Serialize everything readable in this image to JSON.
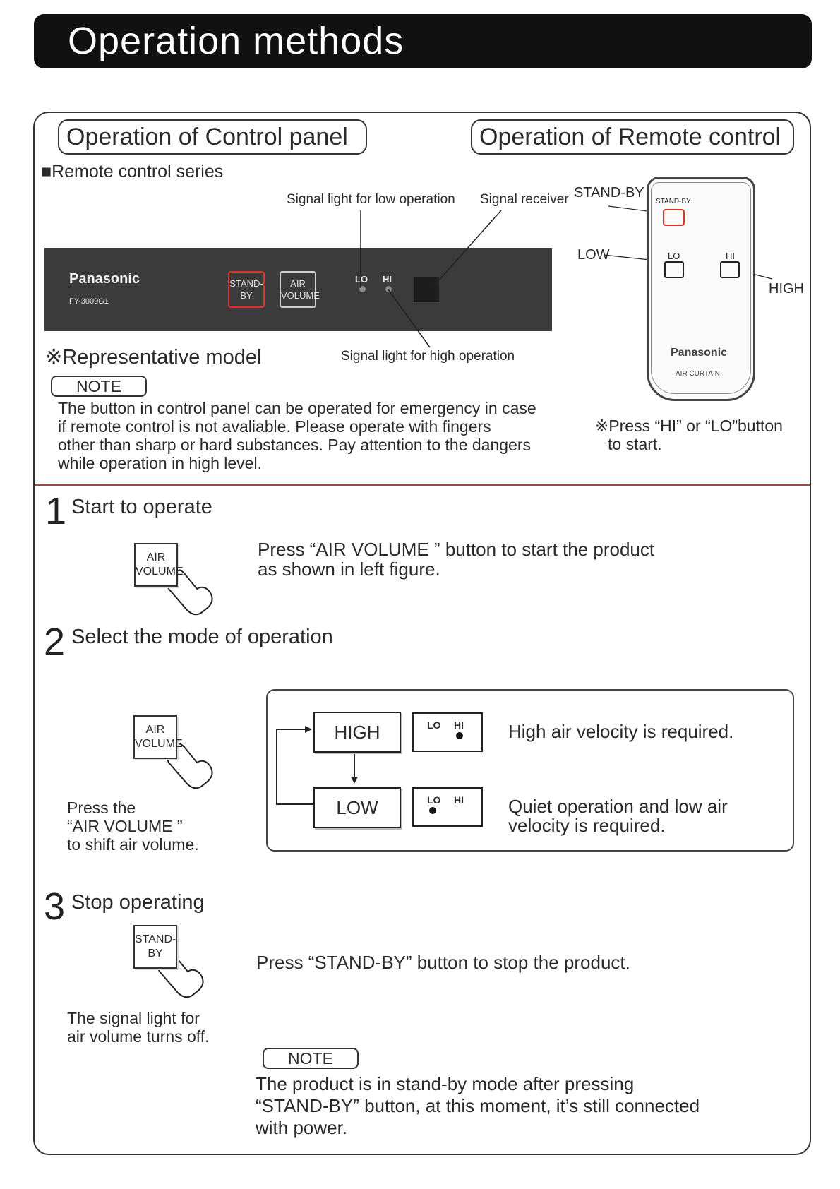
{
  "header": {
    "title": "Operation methods"
  },
  "tabs": {
    "control_panel": "Operation of Control panel",
    "remote_control": "Operation of Remote control"
  },
  "series_label": "■Remote control series",
  "callouts": {
    "low_light": "Signal light for low operation",
    "receiver": "Signal receiver",
    "high_light": "Signal light for high operation"
  },
  "panel": {
    "brand": "Panasonic",
    "model": "FY-3009G1",
    "standby_top": "STAND-",
    "standby_bottom": "BY",
    "air_top": "AIR",
    "air_bottom": "VOLUME",
    "lo": "LO",
    "hi": "HI"
  },
  "representative": "※Representative model",
  "note_label": "NOTE",
  "note1_lines": [
    "The button in control panel can be operated for emergency in case",
    "if remote control is not avaliable. Please operate with fingers",
    "other than sharp or hard substances. Pay attention to the dangers",
    "while operation in high level."
  ],
  "remote": {
    "standby_label": "STAND-BY",
    "low_label": "LOW",
    "high_label": "HIGH",
    "btn_standby": "STAND-BY",
    "btn_lo": "LO",
    "btn_hi": "HI",
    "brand": "Panasonic",
    "subbrand": "AIR CURTAIN",
    "press_line1": "※Press “HI” or “LO”button",
    "press_line2": "to start."
  },
  "step1": {
    "number": "1",
    "title": "Start to operate",
    "btn_top": "AIR",
    "btn_bottom": "VOLUME",
    "desc_line1": "Press “AIR VOLUME ” button to start the product",
    "desc_line2": "as shown in left figure."
  },
  "step2": {
    "number": "2",
    "title": "Select the mode of operation",
    "btn_top": "AIR",
    "btn_bottom": "VOLUME",
    "press_lines": [
      "Press the",
      "“AIR VOLUME ”",
      "to shift air volume."
    ],
    "high": "HIGH",
    "low": "LOW",
    "lo": "LO",
    "hi": "HI",
    "high_desc": "High air velocity is required.",
    "low_desc_line1": "Quiet operation and  low air",
    "low_desc_line2": "velocity is required."
  },
  "step3": {
    "number": "3",
    "title": "Stop operating",
    "btn_top": "STAND-",
    "btn_bottom": "BY",
    "desc": "Press “STAND-BY” button to stop the product.",
    "signal_line1": "The signal light for",
    "signal_line2": "air volume turns off.",
    "note_label": "NOTE",
    "note_lines": [
      "The product is in stand-by mode after pressing",
      "“STAND-BY” button, at this moment, it’s still connected",
      "with power."
    ]
  }
}
